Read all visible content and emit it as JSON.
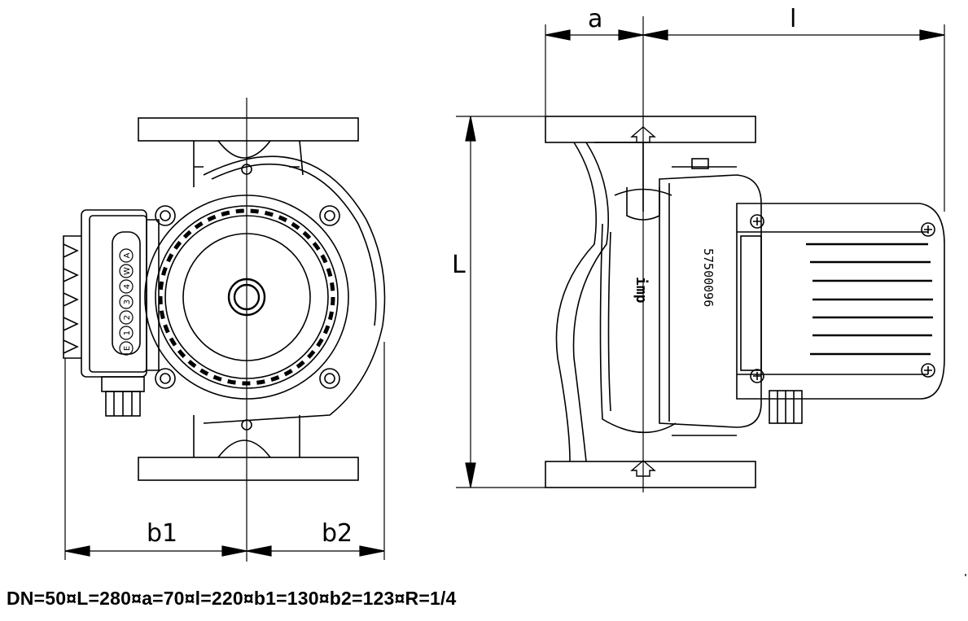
{
  "dimension_labels": {
    "a": "a",
    "l": "l",
    "L": "L",
    "b1": "b1",
    "b2": "b2"
  },
  "terminal_symbols": [
    "E",
    "1",
    "2",
    "3",
    "4",
    "W",
    "A"
  ],
  "nameplate": {
    "brand": "imp",
    "serial": "57500096"
  },
  "caption": "DN=50¤L=280¤a=70¤l=220¤b1=130¤b2=123¤R=1/4",
  "colors": {
    "line": "#000000",
    "background": "#ffffff"
  }
}
